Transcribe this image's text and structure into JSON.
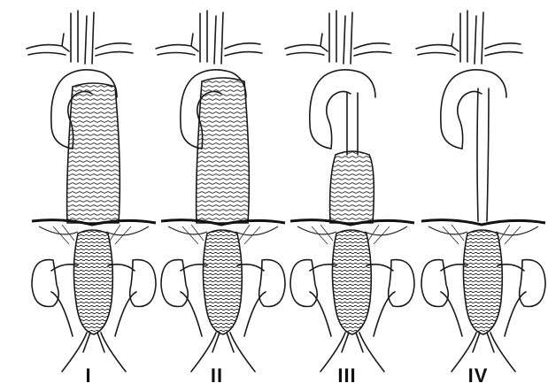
{
  "figure": {
    "panels": [
      {
        "label": "I"
      },
      {
        "label": "II"
      },
      {
        "label": "III"
      },
      {
        "label": "IV"
      }
    ]
  }
}
